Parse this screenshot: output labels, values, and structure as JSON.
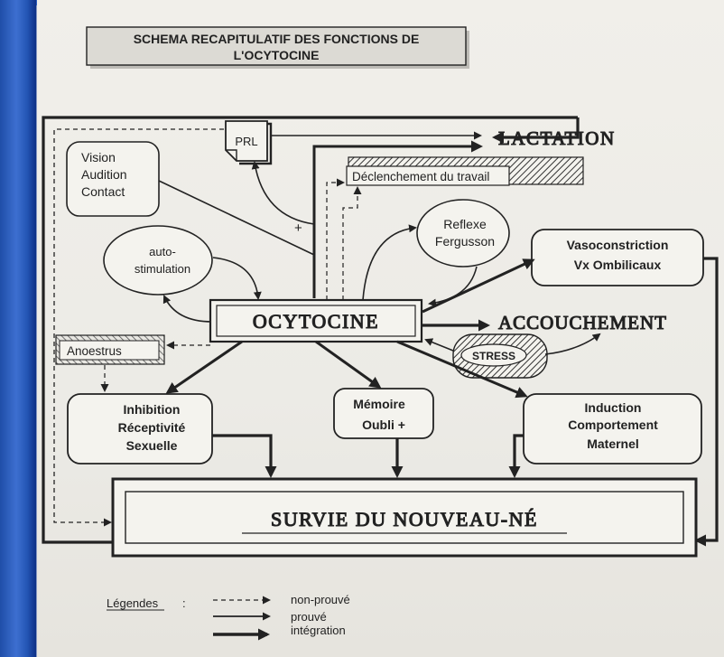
{
  "title": {
    "line1": "SCHEMA RECAPITULATIF DES FONCTIONS DE",
    "line2": "L'OCYTOCINE"
  },
  "nodes": {
    "senses": [
      "Vision",
      "Audition",
      "Contact"
    ],
    "prl": "PRL",
    "lactation": "LACTATION",
    "declenchement": "Déclenchement du travail",
    "reflexe": [
      "Reflexe",
      "Fergusson"
    ],
    "autostimulation": [
      "auto-",
      "stimulation"
    ],
    "vasoconstriction": [
      "Vasoconstriction",
      "Vx Ombilicaux"
    ],
    "ocytocine": "OCYTOCINE",
    "accouchement": "ACCOUCHEMENT",
    "anoestrus": "Anoestrus",
    "stress": "STRESS",
    "inhibition": [
      "Inhibition",
      "Réceptivité",
      "Sexuelle"
    ],
    "memoire": [
      "Mémoire",
      "Oubli +"
    ],
    "induction": [
      "Induction",
      "Comportement",
      "Maternel"
    ],
    "survie": "SURVIE DU NOUVEAU-NÉ"
  },
  "signs": {
    "plus": "+"
  },
  "legend": {
    "title": "Légendes",
    "colon": ":",
    "items": [
      "non-prouvé",
      "prouvé",
      "intégration"
    ]
  },
  "colors": {
    "ink": "#222222",
    "paper": "#eeede8",
    "frame_blue": "#1f4ea8"
  }
}
